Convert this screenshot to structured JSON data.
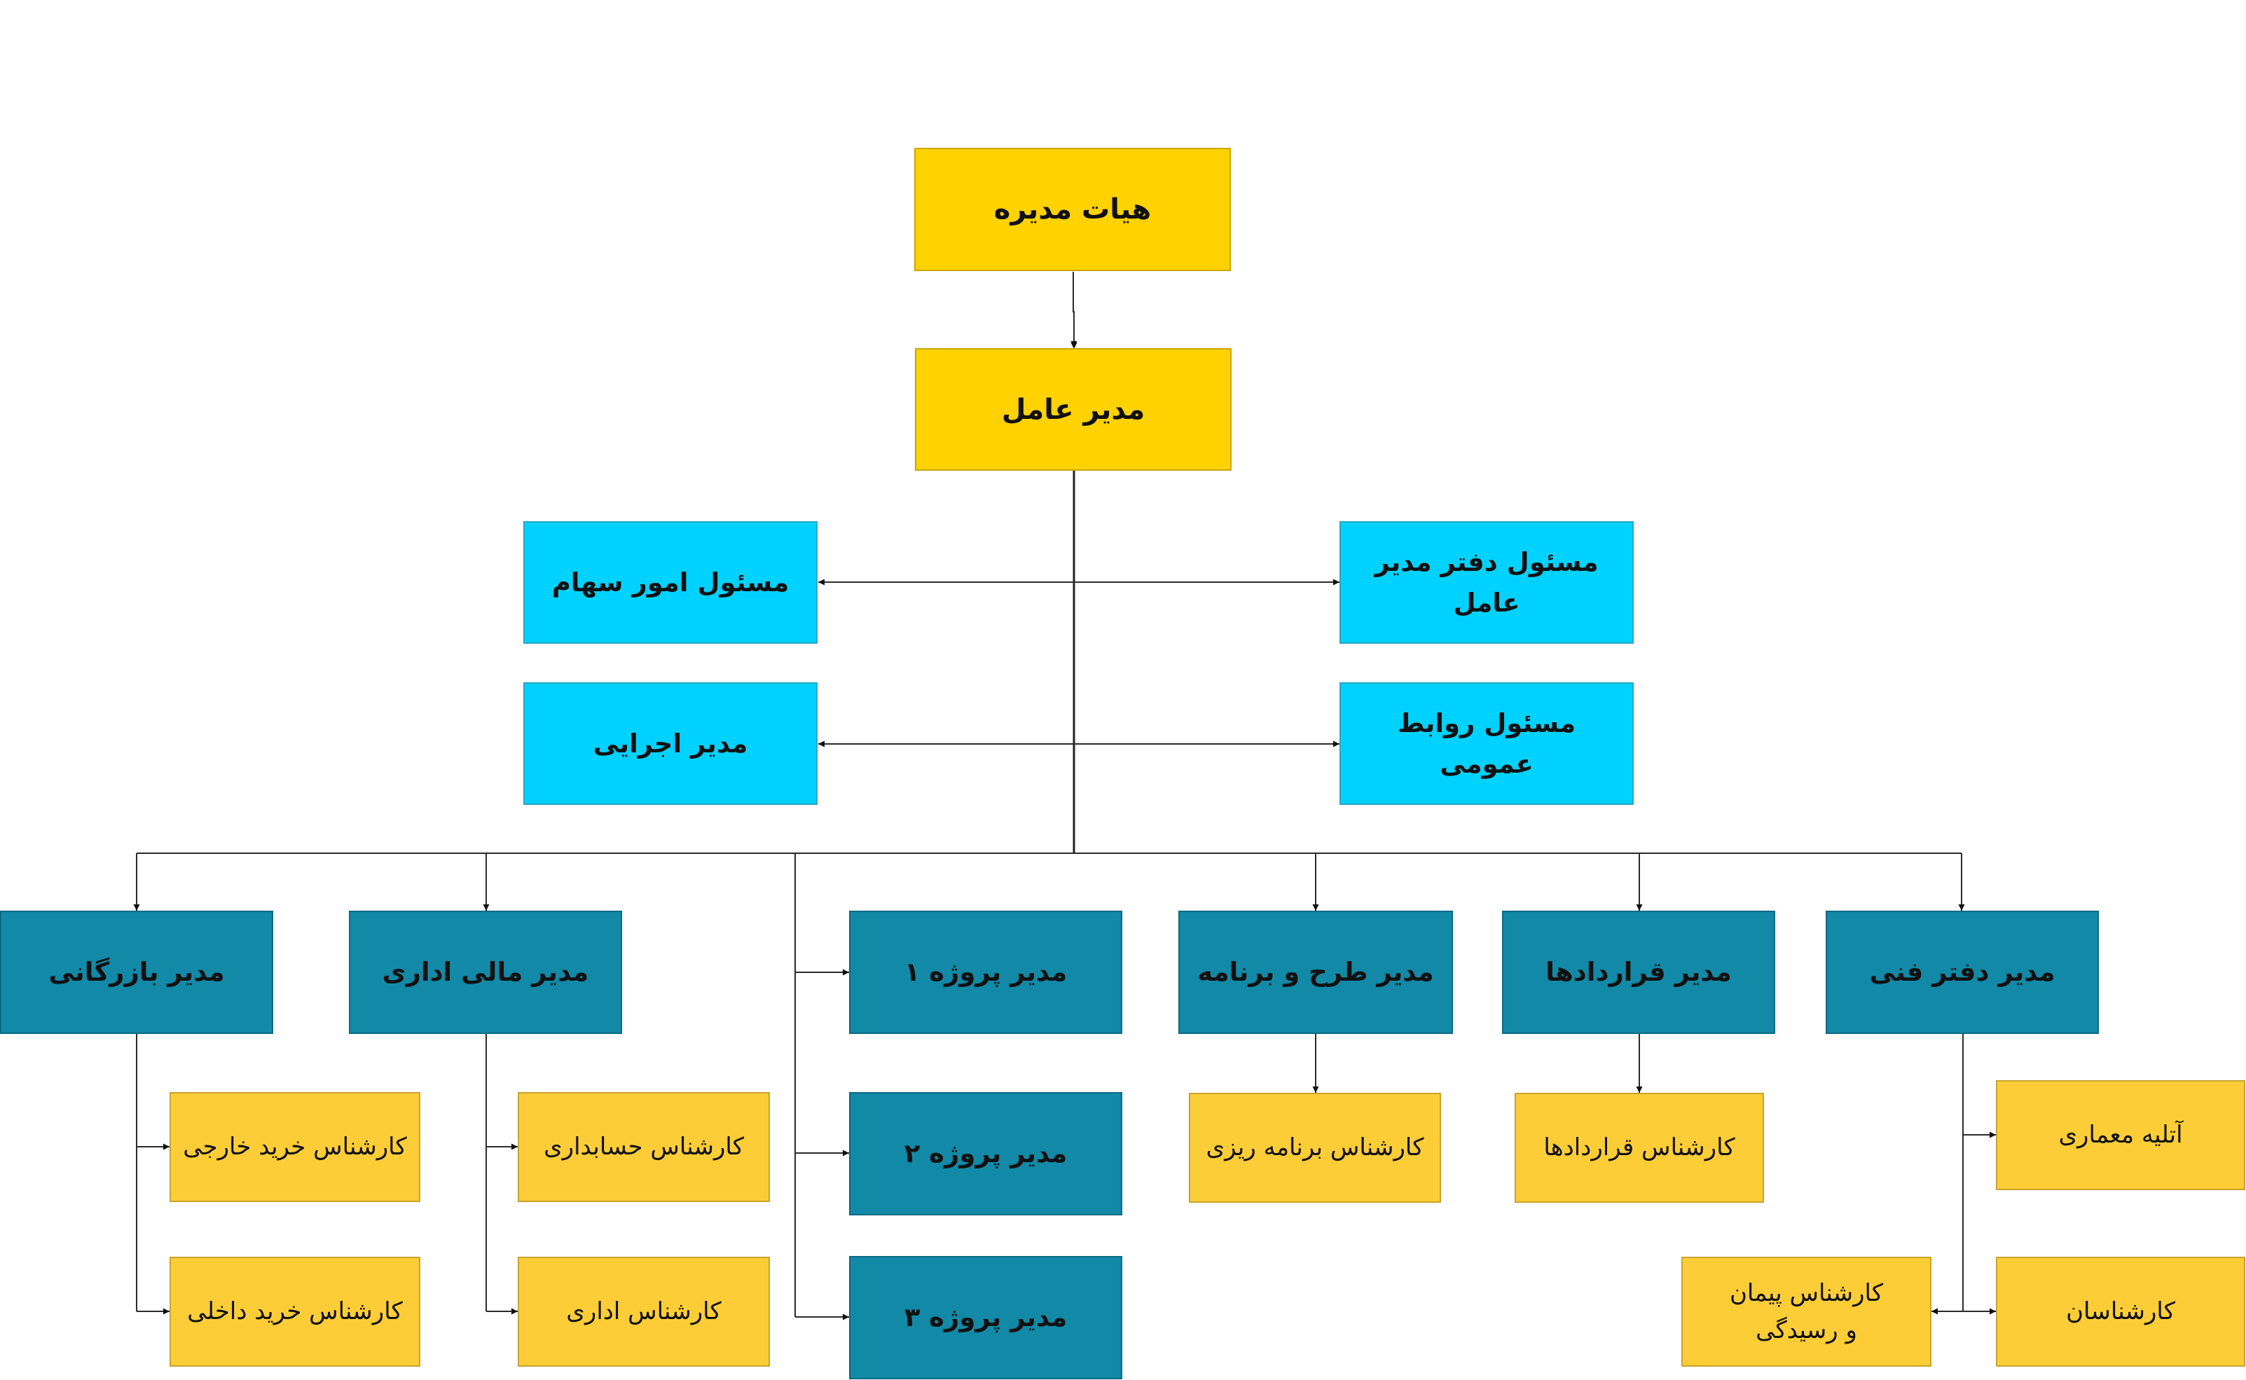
{
  "nodes": {
    "board": "هیات مدیره",
    "ceo": "مدیر عامل",
    "shares": "مسئول امور سهام",
    "ceo_office": "مسئول دفتر مدیر عامل",
    "exec": "مدیر اجرایی",
    "pr": "مسئول روابط عمومی",
    "marketing": "مدیر بازرگانی",
    "finance": "مدیر مالی اداری",
    "proj1": "مدیر پروژه ۱",
    "proj2": "مدیر پروژه ۲",
    "proj3": "مدیر پروژه ۳",
    "planning": "مدیر طرح و برنامه",
    "contracts": "مدیر قراردادها",
    "tech_office": "مدیر دفتر فنی",
    "foreign_purchase": "کارشناس خرید خارجی",
    "domestic_purchase": "کارشناس خرید داخلی",
    "accounting": "کارشناس حسابداری",
    "admin_expert": "کارشناس اداری",
    "planning_expert": "کارشناس برنامه ریزی",
    "contracts_expert": "کارشناس قراردادها",
    "architecture": "آتلیه معماری",
    "experts": "کارشناسان",
    "contract_survey": "کارشناس پیمان و رسیدگی"
  },
  "colors": {
    "top": "#ffd200",
    "staff": "#00d2ff",
    "managers": "#1289a7",
    "experts": "#fdcd37",
    "lines": "#2b2b2b"
  }
}
